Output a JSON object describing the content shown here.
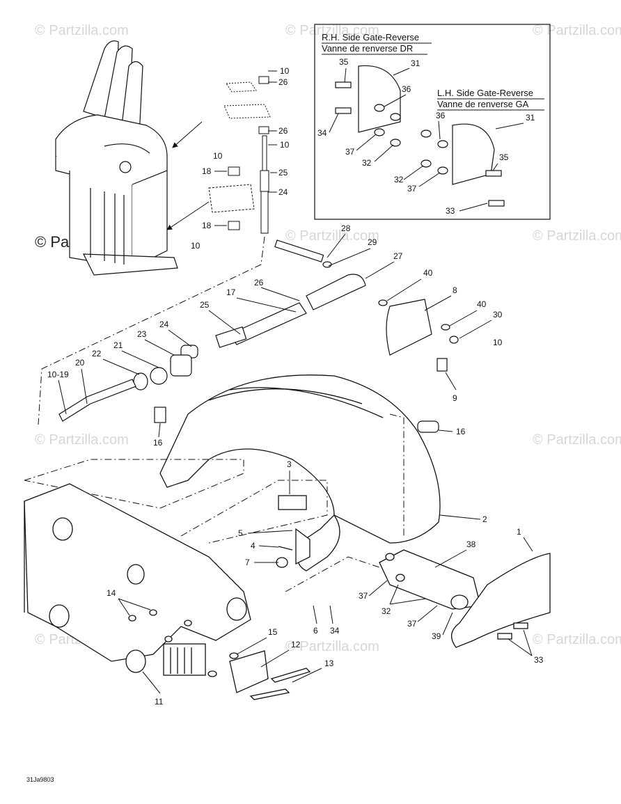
{
  "inset_rh": {
    "line1": "R.H. Side Gate-Reverse",
    "line2": "Vanne de renverse DR"
  },
  "inset_lh": {
    "line1": "L.H. Side Gate-Reverse",
    "line2": "Vanne de renverse GA"
  },
  "watermark": {
    "text": "© Partzilla.com"
  },
  "reference_code": "31Ja9803",
  "part_numbers": {
    "p10a": "10",
    "p26a": "26",
    "p26b": "26",
    "p10b": "10",
    "p10c": "10",
    "p18a": "18",
    "p25a": "25",
    "p24a": "24",
    "p18b": "18",
    "p10d": "10",
    "p35a": "35",
    "p31a": "31",
    "p36a": "36",
    "p34a": "34",
    "p37a": "37",
    "p32a": "32",
    "p36b": "36",
    "p31b": "31",
    "p35b": "35",
    "p32b": "32",
    "p37b": "37",
    "p33a": "33",
    "p28": "28",
    "p29": "29",
    "p27": "27",
    "p26c": "26",
    "p17": "17",
    "p40a": "40",
    "p8": "8",
    "p40b": "40",
    "p30": "30",
    "p10e": "10",
    "p25b": "25",
    "p24b": "24",
    "p23": "23",
    "p21": "21",
    "p22": "22",
    "p20": "20",
    "p1019": "10-19",
    "p9": "9",
    "p16a": "16",
    "p16b": "16",
    "p3": "3",
    "p2": "2",
    "p5": "5",
    "p4": "4",
    "p7": "7",
    "p1": "1",
    "p38": "38",
    "p14": "14",
    "p37c": "37",
    "p32c": "32",
    "p37d": "37",
    "p6": "6",
    "p34b": "34",
    "p39": "39",
    "p33b": "33",
    "p15": "15",
    "p12": "12",
    "p13": "13",
    "p11": "11"
  }
}
